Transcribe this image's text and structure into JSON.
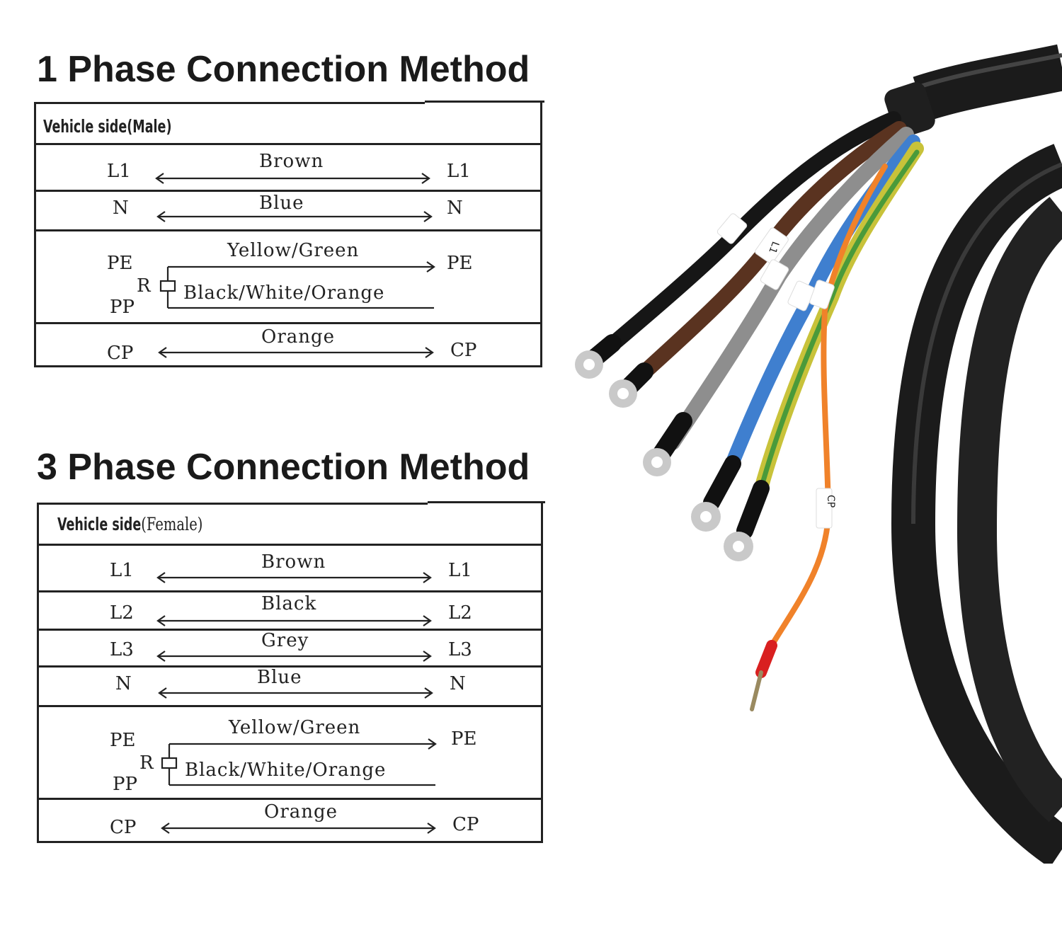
{
  "one_phase": {
    "title": "1 Phase Connection Method",
    "header": "Vehicle side(Male)",
    "header_suffix": "",
    "rows": [
      {
        "left": "L1",
        "wire": "Brown",
        "right": "L1"
      },
      {
        "left": "N",
        "wire": "Blue",
        "right": "N"
      },
      {
        "left_top": "PE",
        "left_bottom": "PP",
        "resistor": "R",
        "wire_top": "Yellow/Green",
        "wire_bottom": "Black/White/Orange",
        "right": "PE"
      },
      {
        "left": "CP",
        "wire": "Orange",
        "right": "CP"
      }
    ]
  },
  "three_phase": {
    "title": "3 Phase Connection Method",
    "header": "Vehicle side",
    "header_suffix": "(Female)",
    "rows": [
      {
        "left": "L1",
        "wire": "Brown",
        "right": "L1"
      },
      {
        "left": "L2",
        "wire": "Black",
        "right": "L2"
      },
      {
        "left": "L3",
        "wire": "Grey",
        "right": "L3"
      },
      {
        "left": "N",
        "wire": "Blue",
        "right": "N"
      },
      {
        "left_top": "PE",
        "left_bottom": "PP",
        "resistor": "R",
        "wire_top": "Yellow/Green",
        "wire_bottom": "Black/White/Orange",
        "right": "PE"
      },
      {
        "left": "CP",
        "wire": "Orange",
        "right": "CP"
      }
    ]
  },
  "photo": {
    "cable_tags": [
      "L1",
      "CP"
    ],
    "wire_colors": {
      "jacket": "#1b1b1b",
      "black": "#161616",
      "brown": "#5a3320",
      "grey": "#8e8e8e",
      "blue": "#3f7fcf",
      "yellow_green": "#c8c23a",
      "orange": "#f0822a",
      "terminal": "#c9c9c9"
    }
  }
}
